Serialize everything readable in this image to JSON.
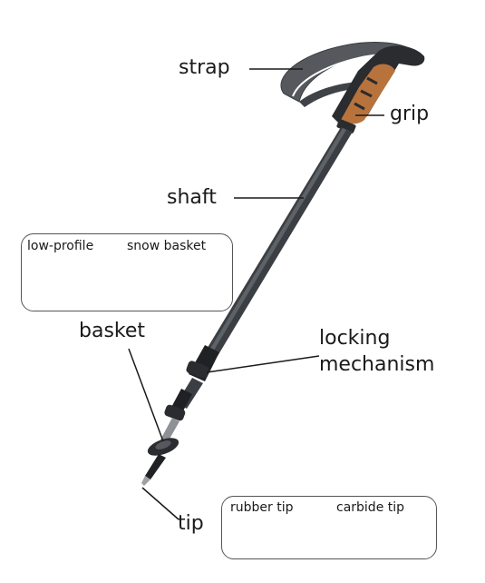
{
  "labels": {
    "strap": "strap",
    "grip": "grip",
    "shaft": "shaft",
    "basket": "basket",
    "locking_line1": "locking",
    "locking_line2": "mechanism",
    "tip": "tip"
  },
  "basket_options": {
    "low_profile": "low-profile",
    "snow_basket": "snow basket"
  },
  "tip_options": {
    "rubber_tip": "rubber tip",
    "carbide_tip": "carbide tip"
  },
  "colors": {
    "shaft": "#3b3f44",
    "strap": "#55595e",
    "grip_cork": "#b8733d",
    "lock_black": "#1f2124"
  }
}
